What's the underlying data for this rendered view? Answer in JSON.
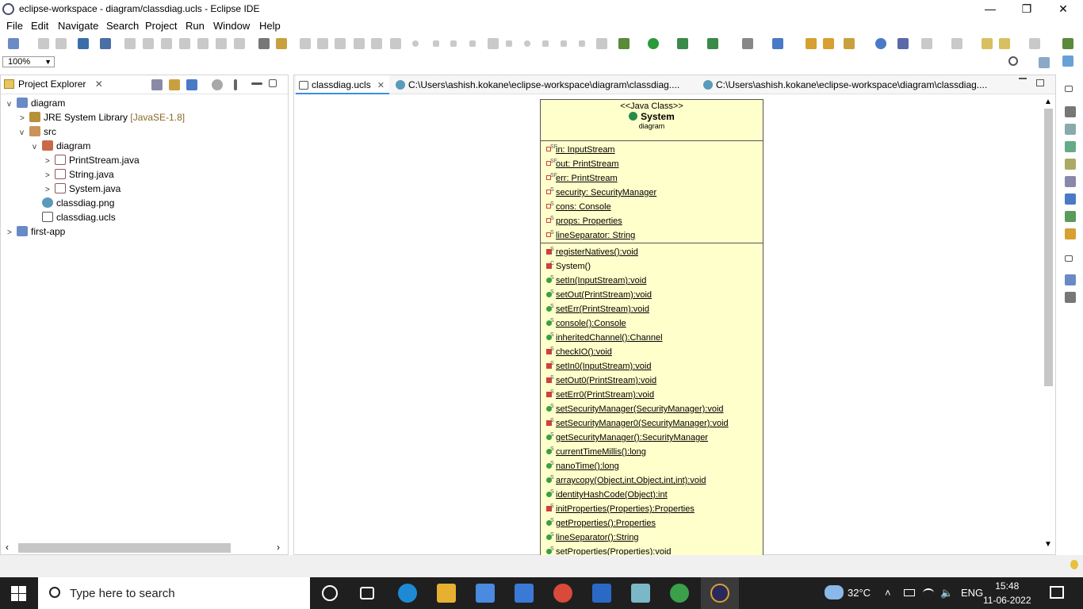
{
  "window": {
    "title": "eclipse-workspace - diagram/classdiag.ucls - Eclipse IDE",
    "minimize": "—",
    "maximize": "❐",
    "close": "✕"
  },
  "menu": [
    "File",
    "Edit",
    "Navigate",
    "Search",
    "Project",
    "Run",
    "Window",
    "Help"
  ],
  "zoom": {
    "value": "100%"
  },
  "project_explorer": {
    "title": "Project Explorer",
    "tree": [
      {
        "label": "diagram",
        "decoration": "",
        "indent": 0,
        "twisty": "v",
        "icon": "project-icon"
      },
      {
        "label": "JRE System Library",
        "decoration": "[JavaSE-1.8]",
        "indent": 1,
        "twisty": ">",
        "icon": "library-icon"
      },
      {
        "label": "src",
        "decoration": "",
        "indent": 1,
        "twisty": "v",
        "icon": "source-folder-icon"
      },
      {
        "label": "diagram",
        "decoration": "",
        "indent": 2,
        "twisty": "v",
        "icon": "package-icon"
      },
      {
        "label": "PrintStream.java",
        "decoration": "",
        "indent": 3,
        "twisty": ">",
        "icon": "java-file-icon"
      },
      {
        "label": "String.java",
        "decoration": "",
        "indent": 3,
        "twisty": ">",
        "icon": "java-file-icon"
      },
      {
        "label": "System.java",
        "decoration": "",
        "indent": 3,
        "twisty": ">",
        "icon": "java-file-icon"
      },
      {
        "label": "classdiag.png",
        "decoration": "",
        "indent": 2,
        "twisty": "",
        "icon": "image-file-icon"
      },
      {
        "label": "classdiag.ucls",
        "decoration": "",
        "indent": 2,
        "twisty": "",
        "icon": "class-diagram-icon"
      },
      {
        "label": "first-app",
        "decoration": "",
        "indent": 0,
        "twisty": ">",
        "icon": "project-icon"
      }
    ]
  },
  "editor": {
    "tabs": [
      {
        "label": "classdiag.ucls",
        "active": true,
        "close": "✕"
      },
      {
        "label": "C:\\Users\\ashish.kokane\\eclipse-workspace\\diagram\\classdiag....",
        "active": false
      },
      {
        "label": "C:\\Users\\ashish.kokane\\eclipse-workspace\\diagram\\classdiag....",
        "active": false
      }
    ]
  },
  "uml": {
    "stereotype": "<<Java Class>>",
    "name": "System",
    "package": "diagram",
    "fields": [
      {
        "text": "in: InputStream",
        "icon": "hol",
        "sup": "SF"
      },
      {
        "text": "out: PrintStream",
        "icon": "hol",
        "sup": "SF"
      },
      {
        "text": "err: PrintStream",
        "icon": "hol",
        "sup": "SF"
      },
      {
        "text": "security: SecurityManager",
        "icon": "hol",
        "sup": "S"
      },
      {
        "text": "cons: Console",
        "icon": "hol",
        "sup": "S"
      },
      {
        "text": "props: Properties",
        "icon": "hol",
        "sup": "S"
      },
      {
        "text": "lineSeparator: String",
        "icon": "hol",
        "sup": "S"
      }
    ],
    "methods": [
      {
        "text": "registerNatives():void",
        "icon": "sq",
        "sup": "S"
      },
      {
        "text": "System()",
        "icon": "sq",
        "sup": "C",
        "plain": true
      },
      {
        "text": "setIn(InputStream):void",
        "icon": "ci",
        "sup": "S"
      },
      {
        "text": "setOut(PrintStream):void",
        "icon": "ci",
        "sup": "S"
      },
      {
        "text": "setErr(PrintStream):void",
        "icon": "ci",
        "sup": "S"
      },
      {
        "text": "console():Console",
        "icon": "ci",
        "sup": "S"
      },
      {
        "text": "inheritedChannel():Channel",
        "icon": "ci",
        "sup": "S"
      },
      {
        "text": "checkIO():void",
        "icon": "sq",
        "sup": "S"
      },
      {
        "text": "setIn0(InputStream):void",
        "icon": "sq",
        "sup": "S"
      },
      {
        "text": "setOut0(PrintStream):void",
        "icon": "sq",
        "sup": "S"
      },
      {
        "text": "setErr0(PrintStream):void",
        "icon": "sq",
        "sup": "S"
      },
      {
        "text": "setSecurityManager(SecurityManager):void",
        "icon": "ci",
        "sup": "S"
      },
      {
        "text": "setSecurityManager0(SecurityManager):void",
        "icon": "sq",
        "sup": "S"
      },
      {
        "text": "getSecurityManager():SecurityManager",
        "icon": "ci",
        "sup": "S"
      },
      {
        "text": "currentTimeMillis():long",
        "icon": "ci",
        "sup": "S"
      },
      {
        "text": "nanoTime():long",
        "icon": "ci",
        "sup": "S"
      },
      {
        "text": "arraycopy(Object,int,Object,int,int):void",
        "icon": "ci",
        "sup": "S"
      },
      {
        "text": "identityHashCode(Object):int",
        "icon": "ci",
        "sup": "S"
      },
      {
        "text": "initProperties(Properties):Properties",
        "icon": "sq",
        "sup": "S"
      },
      {
        "text": "getProperties():Properties",
        "icon": "ci",
        "sup": "S"
      },
      {
        "text": "lineSeparator():String",
        "icon": "ci",
        "sup": "S"
      },
      {
        "text": "setProperties(Properties):void",
        "icon": "ci",
        "sup": "S"
      }
    ]
  },
  "taskbar": {
    "search_placeholder": "Type here to search",
    "weather": "32°C",
    "language": "ENG",
    "time": "15:48",
    "date": "11-06-2022"
  },
  "colors": {
    "uml_fill": "#ffffcc",
    "taskbar": "#1f1f1f",
    "accent": "#3b8ee0"
  }
}
